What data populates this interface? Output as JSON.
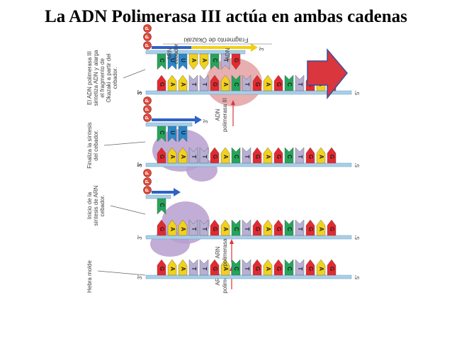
{
  "slide": {
    "title": "La ADN Polimerasa III actúa en ambas cadenas"
  },
  "colors": {
    "A": "#f2d11d",
    "G": "#e52930",
    "C": "#24a55a",
    "T": "#b7b0d4",
    "U": "#2a88c9",
    "backbone": "#a9cfe8",
    "enzyme": "#b79fd0",
    "polymerase": "#e4a6a6",
    "rna_arrow": "#2f63c4",
    "dna_arrow": "#f2cf12",
    "big_arrow": "#d9363e",
    "labels": "#404040"
  },
  "template_sequence": [
    "G",
    "A",
    "A",
    "T",
    "T",
    "G",
    "A",
    "C",
    "T",
    "G",
    "A",
    "G",
    "C",
    "T",
    "G",
    "A",
    "G"
  ],
  "rows": [
    {
      "side_label": "El ADN polimerasa III sintetiza ADN y alarga el fragmento de Okazaki a partir del cebador.",
      "end_left_top": "5'",
      "end_left_bottom": "3'",
      "end_right": "5'",
      "end_new": "3'",
      "ppp": [
        "P",
        "P",
        "P"
      ],
      "upper_strand": [
        "C",
        "U",
        "U",
        "A",
        "A",
        "C",
        "T",
        "G"
      ],
      "upper_label_okazaki": "Fragmento de Okazaki",
      "upper_label_primer": "ARN cebador",
      "upper_label_dna": "ADN",
      "enzyme_label": "ADN polimerasa III"
    },
    {
      "side_label": "Finaliza la síntesis del cebador.",
      "end_left_top": "5'",
      "end_left_bottom": "3'",
      "end_right": "5'",
      "end_new": "3'",
      "ppp": [
        "P",
        "P",
        "P"
      ],
      "upper_strand": [
        "C",
        "U",
        "U"
      ],
      "enzyme_label": ""
    },
    {
      "side_label": "Inicio de la síntesis de ARN cebador.",
      "end_left_top": "5'",
      "end_left_bottom": "3'",
      "end_right": "5'",
      "ppp": [
        "P",
        "P",
        "P"
      ],
      "upper_strand": [
        "C"
      ],
      "enzyme_label": "ARN polimerasa"
    },
    {
      "side_label": "Hebra molde",
      "end_left_bottom": "3'",
      "end_right": "5'",
      "upper_strand": [],
      "enzyme_label": "ARN polimerasa"
    }
  ]
}
